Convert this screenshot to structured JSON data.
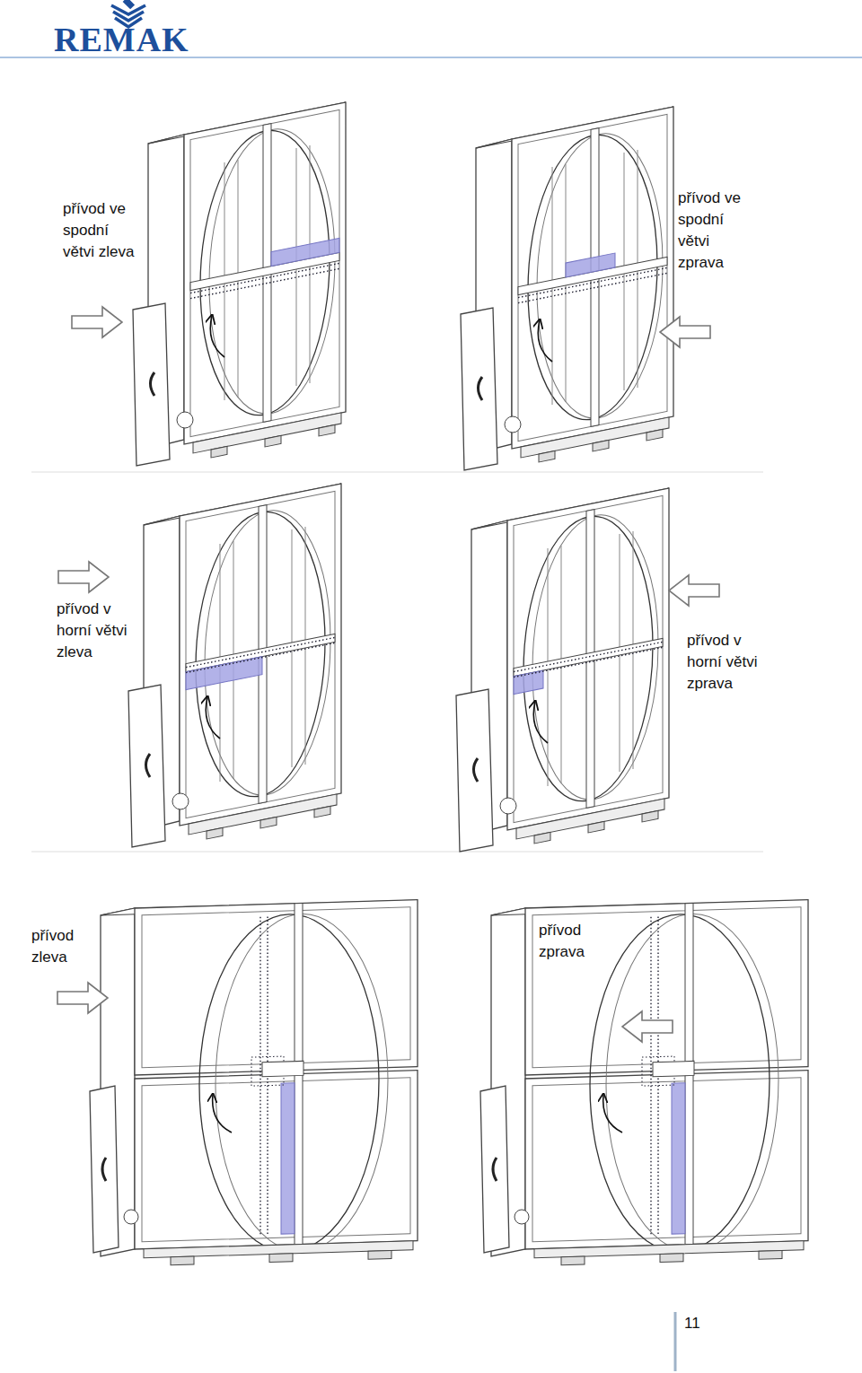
{
  "diagram": {
    "labels": [
      "REMAK",
      "přívod ve spodní větvi zleva",
      "přívod ve spodní větvi zprava",
      "přívod v horní větvi zleva",
      "přívod v horní větvi zprava",
      "přívod zleva",
      "přívod zprava",
      "11"
    ]
  }
}
